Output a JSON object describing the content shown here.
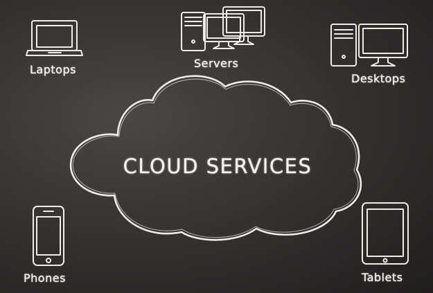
{
  "title": "CLOUD SERVICES",
  "devices": {
    "laptops": "Laptops",
    "servers": "Servers",
    "desktops": "Desktops",
    "phones": "Phones",
    "tablets": "Tablets"
  },
  "colors": {
    "chalk": "#f2f0ea",
    "board": "#3a3836"
  }
}
